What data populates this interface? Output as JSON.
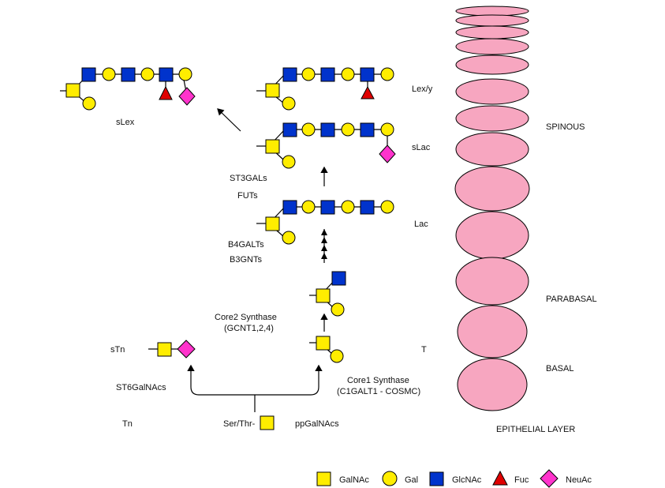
{
  "labels": {
    "slex": "sLex",
    "lexy": "Lex/y",
    "slac": "sLac",
    "lac": "Lac",
    "st3gals": "ST3GALs",
    "futs": "FUTs",
    "b4galts": "B4GALTs",
    "b3gnts": "B3GNTs",
    "core2_line1": "Core2 Synthase",
    "core2_line2": "(GCNT1,2,4)",
    "t": "T",
    "stn": "sTn",
    "st6galnacs": "ST6GalNAcs",
    "core1_line1": "Core1 Synthase",
    "core1_line2": "(C1GALT1 - COSMC)",
    "tn": "Tn",
    "serthr": "Ser/Thr-",
    "ppgalnacs": "ppGalNAcs"
  },
  "epithelium": {
    "spinous": "SPINOUS",
    "parabasal": "PARABASAL",
    "basal": "BASAL",
    "layer_title": "EPITHELIAL LAYER",
    "cell_color": "#f7a6c0"
  },
  "legend": {
    "galnac": "GalNAc",
    "gal": "Gal",
    "glcnac": "GlcNAc",
    "fuc": "Fuc",
    "neuac": "NeuAc"
  },
  "colors": {
    "galnac": "#ffed00",
    "gal": "#ffed00",
    "glcnac": "#0033cc",
    "fuc": "#e00000",
    "neuac": "#ff33cc"
  }
}
